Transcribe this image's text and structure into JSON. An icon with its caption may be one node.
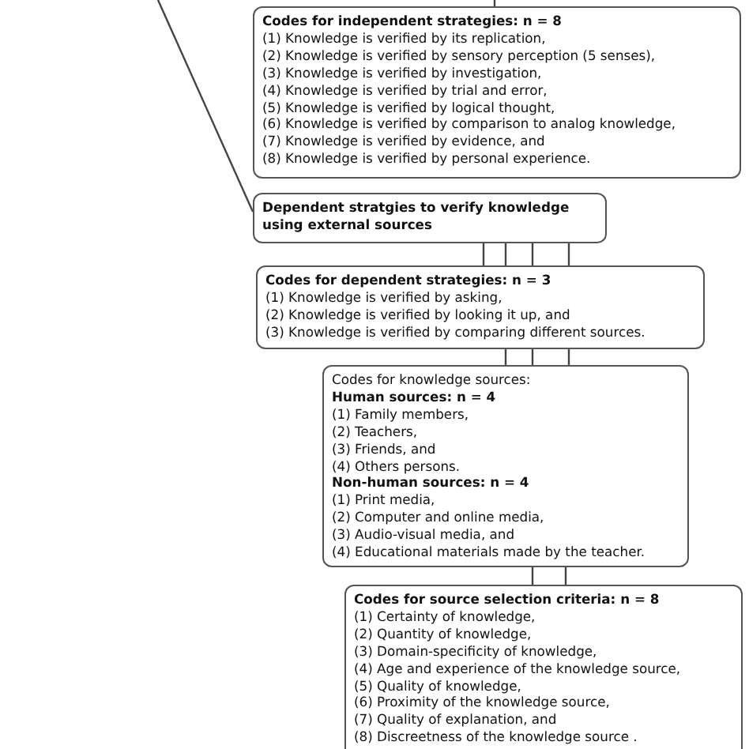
{
  "diagram": {
    "nodes": [
      {
        "text": [
          "**Codes for independent strategies: n = 8**",
          "(1) Knowledge is verified by its replication,",
          "(2) Knowledge is verified by sensory perception (5 senses),",
          "(3) Knowledge is verified by investigation,",
          "(4) Knowledge is verified by trial and error,",
          "(5) Knowledge is verified by logical thought,",
          "(6) Knowledge is verified by comparison to analog knowledge,",
          "(7) Knowledge is verified by evidence, and",
          "(8) Knowledge is verified by personal experience."
        ]
      },
      {
        "text": [
          "**Dependent stratgies to verify knowledge using external sources**"
        ]
      },
      {
        "text": [
          "**Codes for dependent strategies: n = 3**",
          "(1) Knowledge is verified by asking,",
          "(2) Knowledge is verified by looking it up, and",
          "(3) Knowledge is verified by comparing different sources."
        ]
      },
      {
        "text": [
          "Codes for knowledge sources:",
          "**Human sources: n = 4**",
          "(1) Family members,",
          "(2) Teachers,",
          "(3) Friends, and",
          "(4) Others persons.",
          "**Non-human sources: n = 4**",
          "(1) Print media,",
          "(2) Computer and online media,",
          "(3) Audio-visual media, and",
          "(4) Educational materials made by the teacher."
        ]
      },
      {
        "text": [
          "**Codes for source selection criteria: n = 8**",
          "(1) Certainty of knowledge,",
          "(2) Quantity of knowledge,",
          "(3) Domain-specificity of knowledge,",
          "(4) Age and experience of the knowledge source,",
          "(5) Quality of knowledge,",
          "(6) Proximity of the knowledge source,",
          "(7) Quality of explanation, and",
          "(8) Discreetness of the knowledge source ."
        ]
      }
    ],
    "edges": [
      {
        "from": null,
        "to": 0,
        "arrow": "none"
      },
      {
        "from": null,
        "to": 1,
        "arrow": "none"
      },
      {
        "from": 1,
        "to": 2,
        "arrow": "none"
      },
      {
        "from": 1,
        "to": 2,
        "arrow": "none"
      },
      {
        "from": 1,
        "to": 2,
        "arrow": "none"
      },
      {
        "from": 1,
        "to": 2,
        "arrow": "none"
      },
      {
        "from": 2,
        "to": 3,
        "arrow": "none"
      },
      {
        "from": 2,
        "to": 3,
        "arrow": "none"
      },
      {
        "from": 2,
        "to": 3,
        "arrow": "none"
      },
      {
        "from": 3,
        "to": 4,
        "arrow": "none"
      },
      {
        "from": 3,
        "to": 4,
        "arrow": "none"
      }
    ]
  }
}
